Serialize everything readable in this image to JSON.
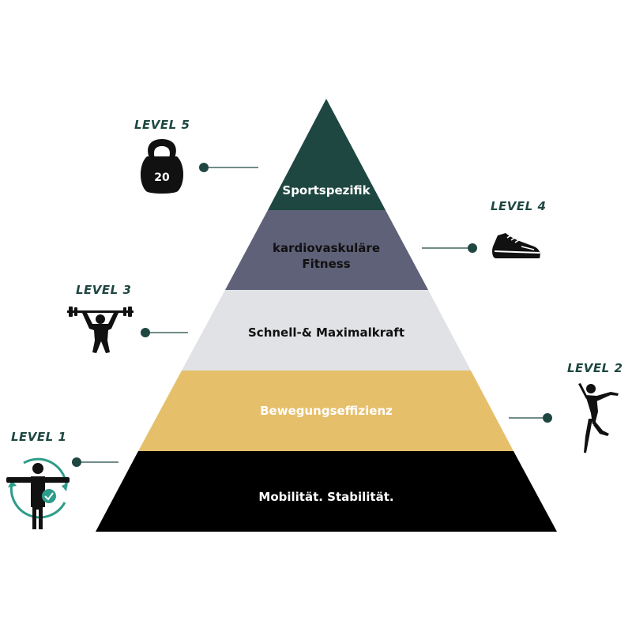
{
  "colors": {
    "tier1": "#000000",
    "tier2": "#E6BF6B",
    "tier3": "#E1E2E6",
    "tier4": "#5E6178",
    "tier5": "#1E4741",
    "level_text": "#1E4741",
    "connector": "#1E4741",
    "icon": "#111111",
    "accent_check": "#2E9C8A"
  },
  "tiers": [
    {
      "level": 1,
      "label": "Mobilität. Stabilität.",
      "text_color": "#FFFFFF"
    },
    {
      "level": 2,
      "label": "Bewegungseffizienz",
      "text_color": "#FFFFFF"
    },
    {
      "level": 3,
      "label": "Schnell-& Maximalkraft",
      "text_color": "#111111"
    },
    {
      "level": 4,
      "label_lines": [
        "kardiovaskuläre",
        "Fitness"
      ],
      "text_color": "#111111"
    },
    {
      "level": 5,
      "label": "Sportspezifik",
      "text_color": "#FFFFFF"
    }
  ],
  "levels": [
    {
      "label": "LEVEL 1",
      "icon": "person-mobility-icon"
    },
    {
      "label": "LEVEL 2",
      "icon": "dancer-icon"
    },
    {
      "label": "LEVEL 3",
      "icon": "weightlifter-icon"
    },
    {
      "label": "LEVEL 4",
      "icon": "sneaker-icon"
    },
    {
      "label": "LEVEL 5",
      "icon": "kettlebell-icon",
      "badge": "20"
    }
  ]
}
